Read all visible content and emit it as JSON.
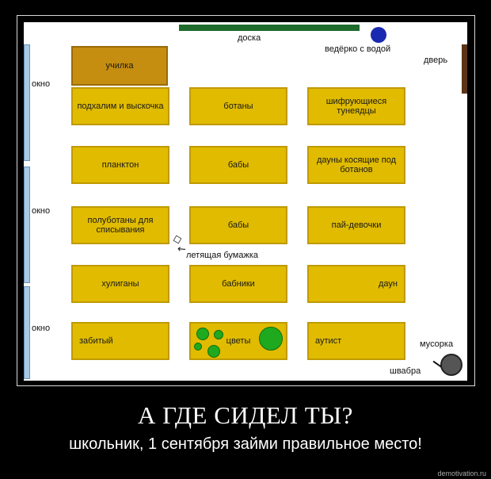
{
  "classroom": {
    "board_label": "доска",
    "bucket_label": "ведёрко с водой",
    "door_label": "дверь",
    "window_label": "окно",
    "flying_paper_label": "летящая бумажка",
    "trash_label": "мусорка",
    "mop_label": "швабра",
    "desks": {
      "teacher": "училка",
      "r1c1": "подхалим и выскочка",
      "r1c2": "ботаны",
      "r1c3": "шифрующиеся тунеядцы",
      "r2c1": "планктон",
      "r2c2": "бабы",
      "r2c3": "дауны косящие под ботанов",
      "r3c1": "полуботаны для списывания",
      "r3c2": "бабы",
      "r3c3": "пай-девочки",
      "r4c1": "хулиганы",
      "r4c2": "бабники",
      "r4c3": "даун",
      "r5c1": "забитый",
      "r5c2": "цветы",
      "r5c3": "аутист"
    }
  },
  "poster": {
    "title": "А ГДЕ СИДЕЛ ТЫ?",
    "subtitle": "школьник, 1 сентября займи правильное место!",
    "credit": "demotivation.ru"
  },
  "colors": {
    "desk": "#e0bb00",
    "teacher_desk": "#c58e10",
    "board": "#1e6b2b",
    "window": "#a7c8e6",
    "bucket": "#1a2ab0",
    "plants": "#1fa91f"
  }
}
